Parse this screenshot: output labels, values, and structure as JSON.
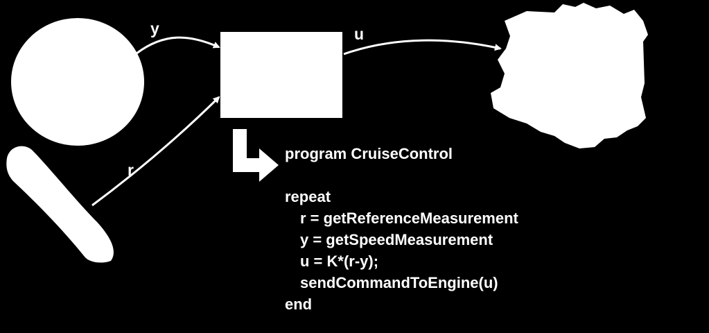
{
  "signals": {
    "y": "y",
    "u": "u",
    "r": "r"
  },
  "code": {
    "lines": [
      "program CruiseControl",
      "",
      "repeat",
      "r = getReferenceMeasurement",
      "y = getSpeedMeasurement",
      "u = K*(r-y);",
      "sendCommandToEngine(u)",
      "end"
    ]
  },
  "colors": {
    "background": "#000000",
    "foreground": "#ffffff"
  }
}
